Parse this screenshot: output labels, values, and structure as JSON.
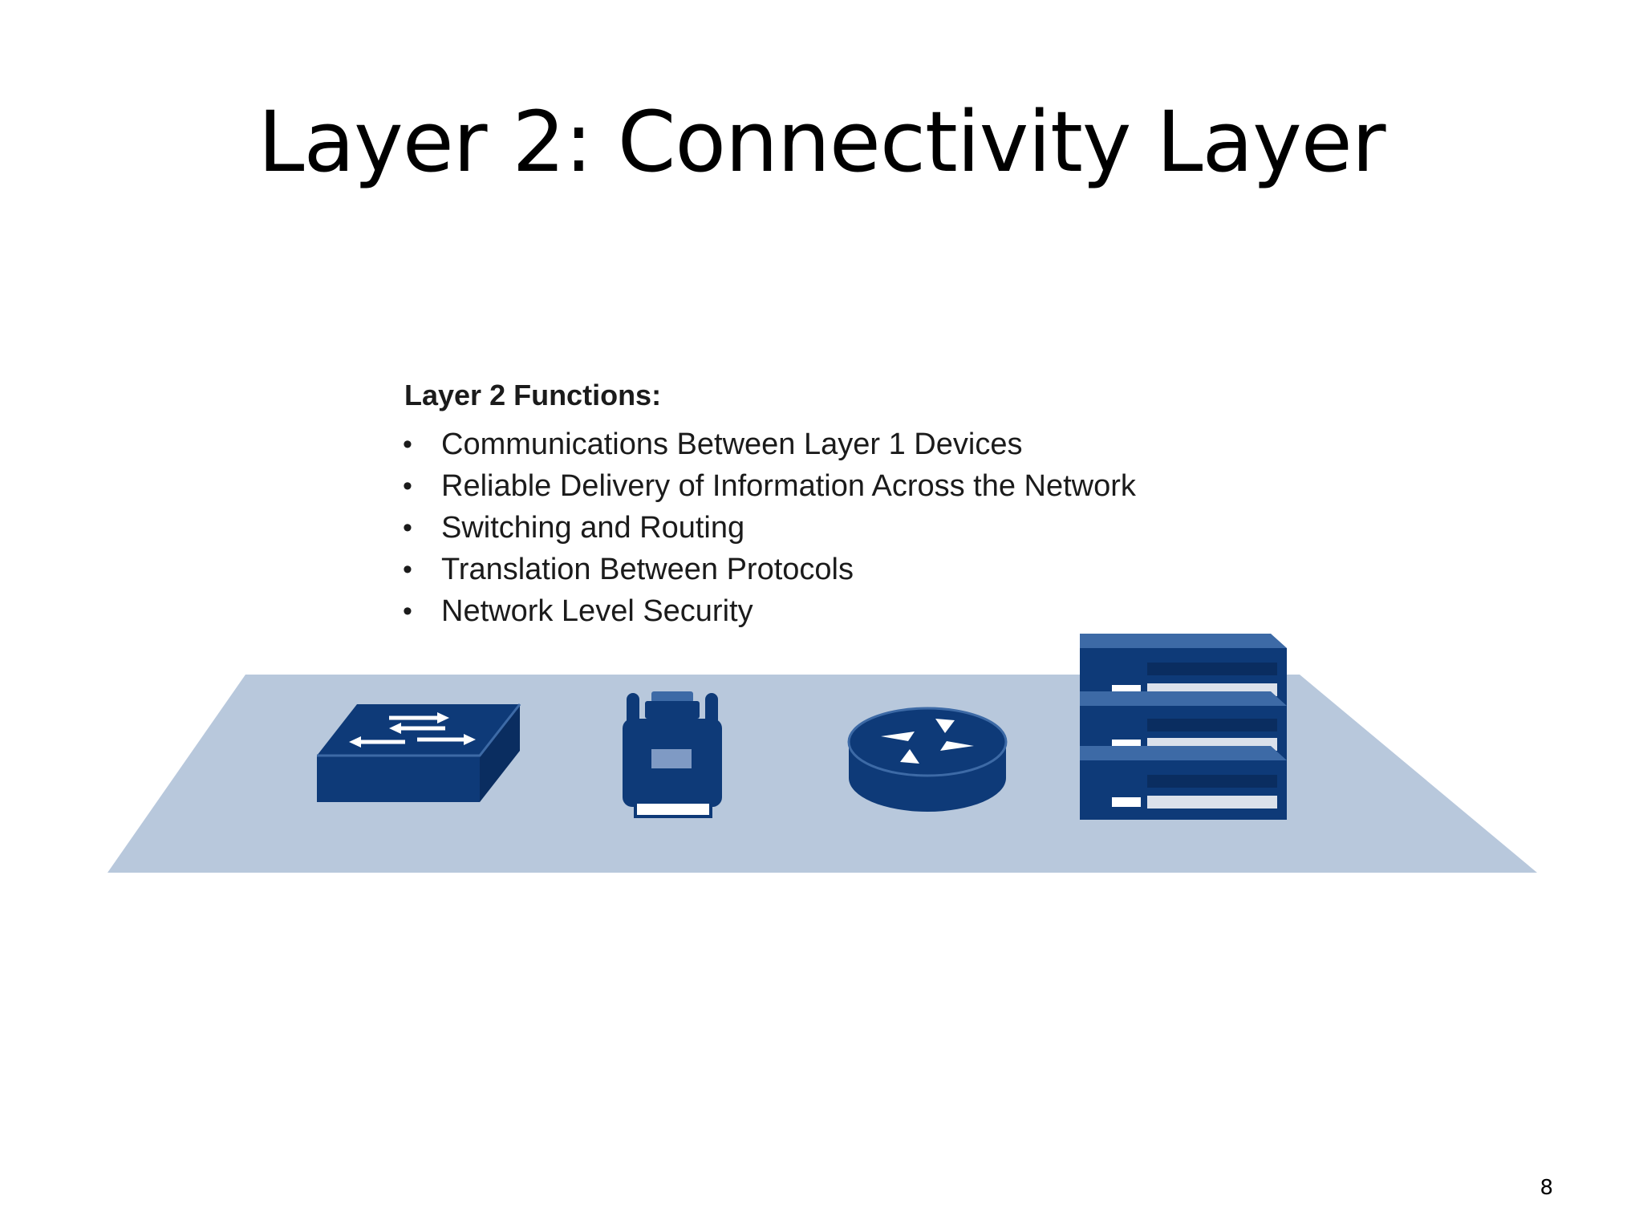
{
  "slide": {
    "title": "Layer 2: Connectivity Layer",
    "page_number": "8"
  },
  "functions": {
    "heading": "Layer 2 Functions:",
    "items": [
      "Communications Between Layer 1 Devices",
      "Reliable Delivery of Information Across the Network",
      "Switching and Routing",
      "Translation Between Protocols",
      "Network Level Security"
    ]
  },
  "illustration": {
    "devices": [
      "switch-icon",
      "transceiver-icon",
      "router-icon",
      "server-stack-icon"
    ],
    "colors": {
      "platform": "#b8c8dc",
      "device": "#0e3a78",
      "device_light": "#3d6aa6",
      "highlight": "#ffffff"
    }
  }
}
